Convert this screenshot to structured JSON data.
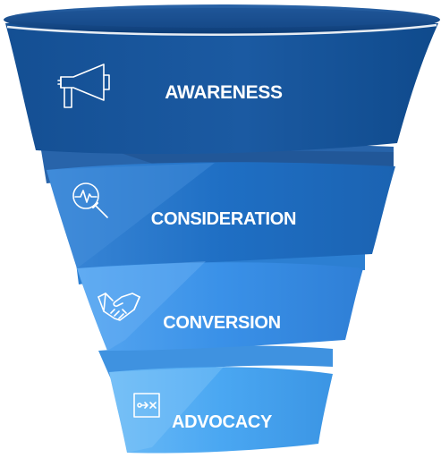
{
  "stages": [
    {
      "label": "AWARENESS",
      "icon": "megaphone-icon"
    },
    {
      "label": "CONSIDERATION",
      "icon": "magnifier-pulse-icon"
    },
    {
      "label": "CONVERSION",
      "icon": "handshake-icon"
    },
    {
      "label": "ADVOCACY",
      "icon": "document-share-icon"
    }
  ],
  "colors": {
    "rim": "#0d3f7c",
    "rim_inner": "#1c5a9e",
    "stage1": "#1b5aa2",
    "stage2": "#1f76cf",
    "stage3": "#3a93ec",
    "stage4": "#4aa7f2",
    "twist1": "#2a6eb6",
    "twist2": "#2f86dd",
    "twist3": "#4f9ee9"
  }
}
